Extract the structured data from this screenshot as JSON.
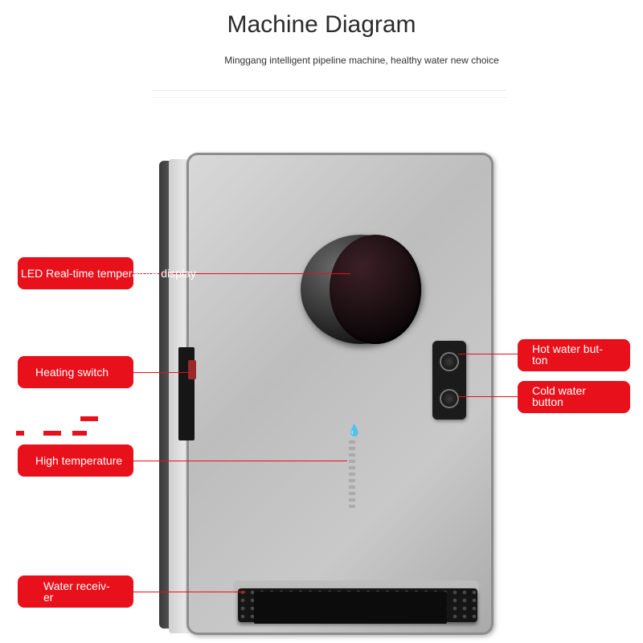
{
  "header": {
    "title": "Machine Diagram",
    "subtitle": "Minggang intelligent pipeline machine, healthy water new choice"
  },
  "callouts": {
    "led": {
      "text": "LED Real-time temperature display"
    },
    "heating": {
      "text": "Heating switch"
    },
    "high_temp": {
      "text": "High temperature"
    },
    "receiver": {
      "line1": "Water receiv-",
      "line2": "er"
    },
    "hot_button": {
      "line1": "Hot water but-",
      "line2": "ton"
    },
    "cold_button": {
      "line1": "Cold water",
      "line2": "button"
    }
  },
  "colors": {
    "callout_fill": "#e8101a",
    "callout_text": "#ffffff",
    "panel_silver": "#c4c4c4"
  },
  "icons": [
    "water-drop-icon"
  ]
}
